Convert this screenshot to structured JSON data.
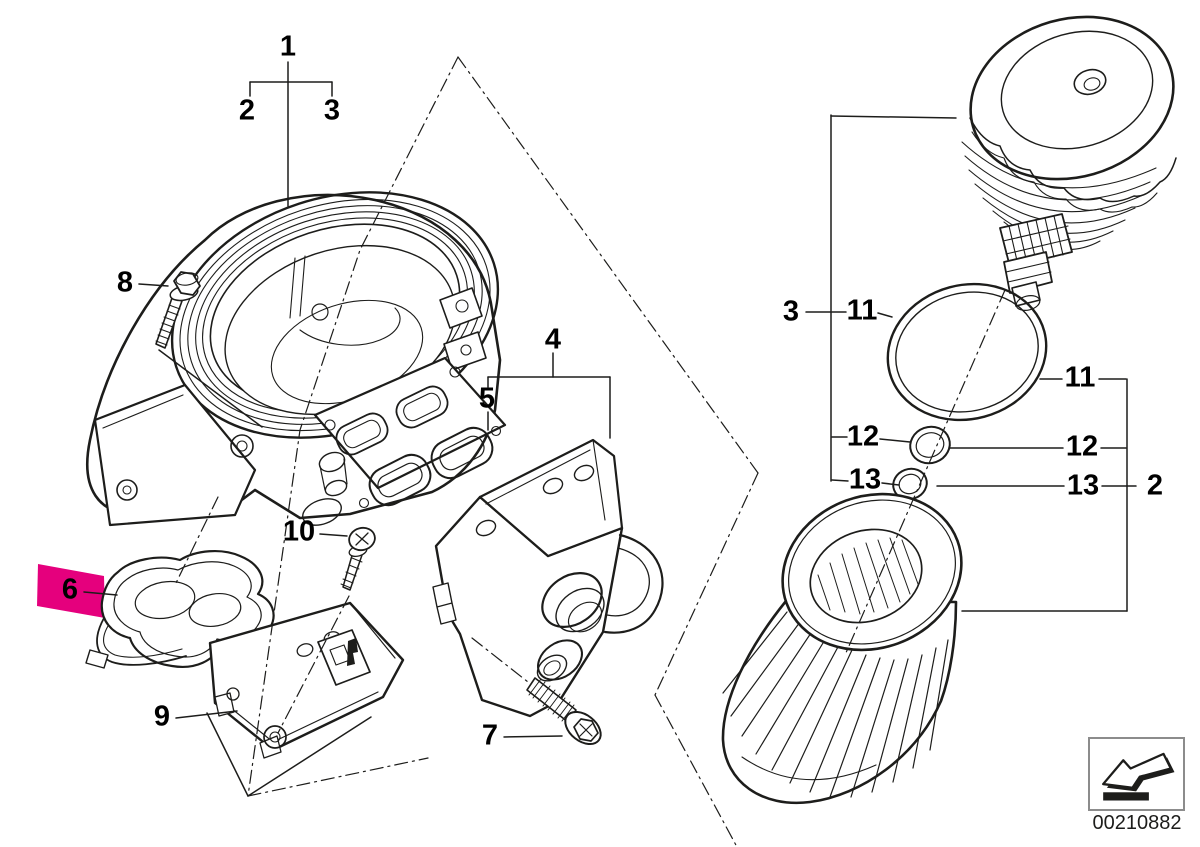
{
  "diagram": {
    "callouts": [
      {
        "id": "1",
        "label": "1"
      },
      {
        "id": "2-top",
        "label": "2"
      },
      {
        "id": "3-top",
        "label": "3"
      },
      {
        "id": "8",
        "label": "8"
      },
      {
        "id": "4",
        "label": "4"
      },
      {
        "id": "5",
        "label": "5"
      },
      {
        "id": "10",
        "label": "10"
      },
      {
        "id": "6",
        "label": "6",
        "highlighted": true
      },
      {
        "id": "9",
        "label": "9"
      },
      {
        "id": "7",
        "label": "7"
      },
      {
        "id": "3-right",
        "label": "3"
      },
      {
        "id": "11-left",
        "label": "11"
      },
      {
        "id": "12-left",
        "label": "12"
      },
      {
        "id": "13-left",
        "label": "13"
      },
      {
        "id": "11-right",
        "label": "11"
      },
      {
        "id": "12-right",
        "label": "12"
      },
      {
        "id": "13-right",
        "label": "13"
      },
      {
        "id": "2-right",
        "label": "2"
      }
    ],
    "footer": {
      "doc_number": "00210882"
    },
    "colors": {
      "highlight": "#e5007d",
      "line": "#1d1d1b",
      "box_border": "#8c8c8c"
    },
    "icons": {
      "cross_reference_arrow": "arrow-down-left-icon"
    }
  }
}
